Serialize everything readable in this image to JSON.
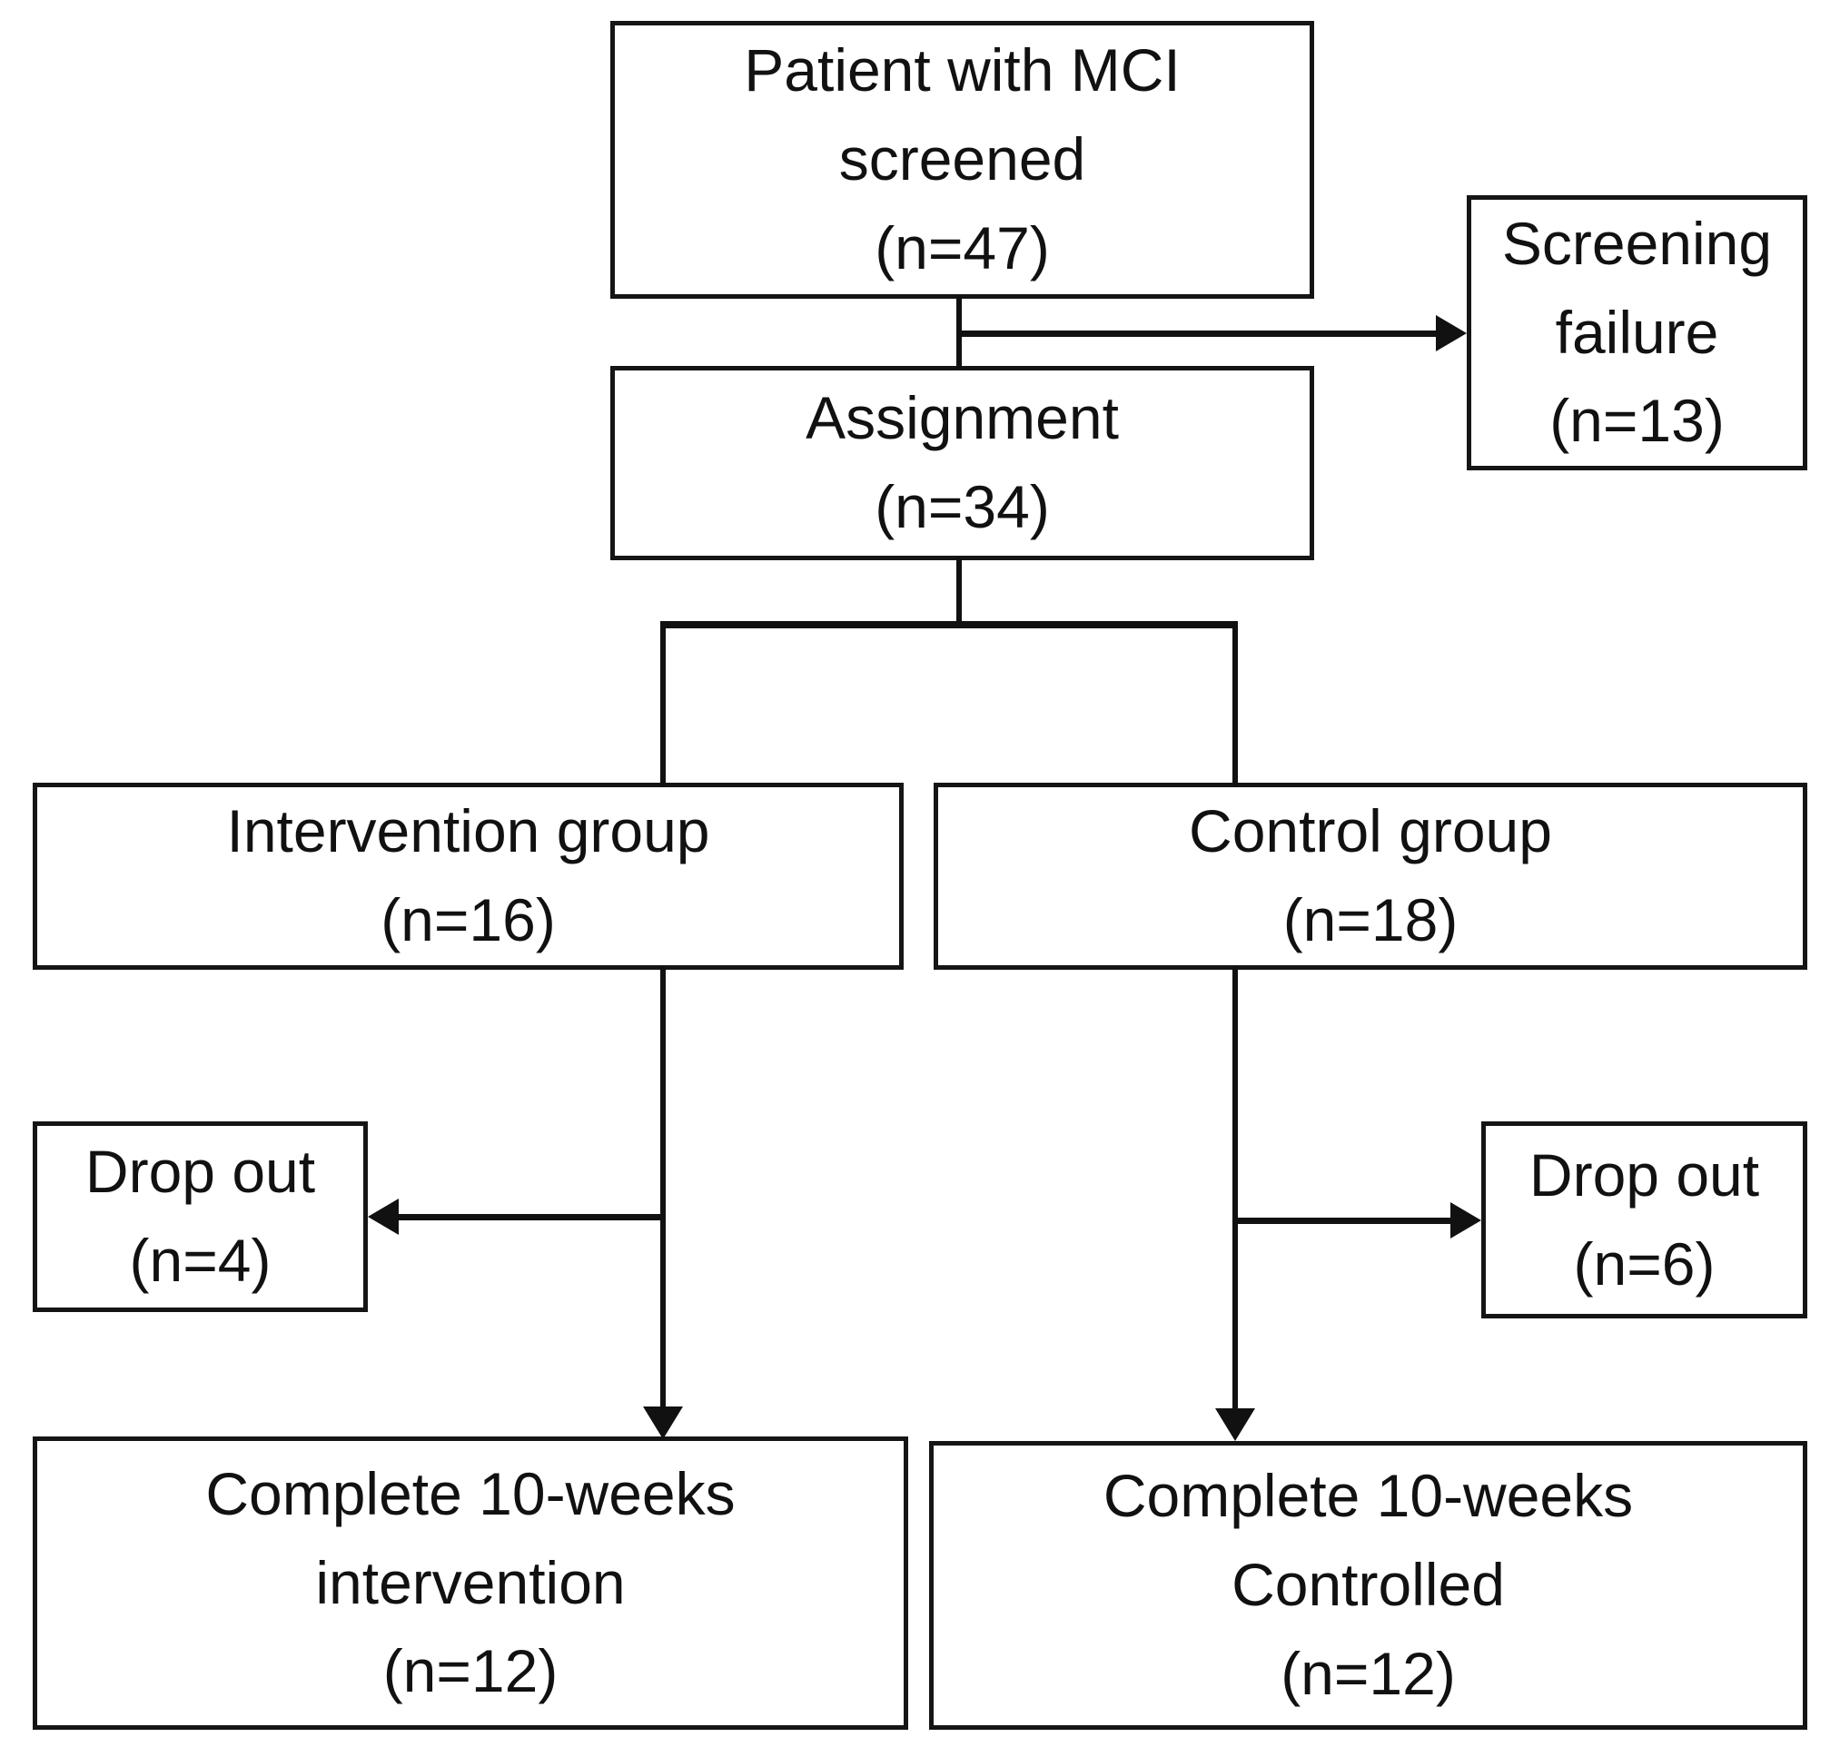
{
  "boxes": {
    "screened": {
      "lines": [
        "Patient with MCI",
        "screened",
        "(n=47)"
      ]
    },
    "screening_failure": {
      "lines": [
        "Screening",
        "failure",
        "(n=13)"
      ]
    },
    "assignment": {
      "lines": [
        "Assignment",
        "(n=34)"
      ]
    },
    "intervention_group": {
      "lines": [
        "Intervention group",
        "(n=16)"
      ]
    },
    "control_group": {
      "lines": [
        "Control group",
        "(n=18)"
      ]
    },
    "dropout_intervention": {
      "lines": [
        "Drop out",
        "(n=4)"
      ]
    },
    "dropout_control": {
      "lines": [
        "Drop out",
        "(n=6)"
      ]
    },
    "complete_intervention": {
      "lines": [
        "Complete 10-weeks",
        "intervention",
        "(n=12)"
      ]
    },
    "complete_control": {
      "lines": [
        "Complete 10-weeks",
        "Controlled",
        "(n=12)"
      ]
    }
  },
  "edges": [
    {
      "from": "screened",
      "to": "assignment",
      "arrow": false
    },
    {
      "from": "screened",
      "to": "screening_failure",
      "arrow": true
    },
    {
      "from": "assignment",
      "to": "intervention_group",
      "arrow": false
    },
    {
      "from": "assignment",
      "to": "control_group",
      "arrow": false
    },
    {
      "from": "intervention_group",
      "to": "dropout_intervention",
      "arrow": true
    },
    {
      "from": "intervention_group",
      "to": "complete_intervention",
      "arrow": true
    },
    {
      "from": "control_group",
      "to": "dropout_control",
      "arrow": true
    },
    {
      "from": "control_group",
      "to": "complete_control",
      "arrow": true
    }
  ],
  "colors": {
    "line": "#111111",
    "text": "#111111",
    "background": "#ffffff"
  }
}
